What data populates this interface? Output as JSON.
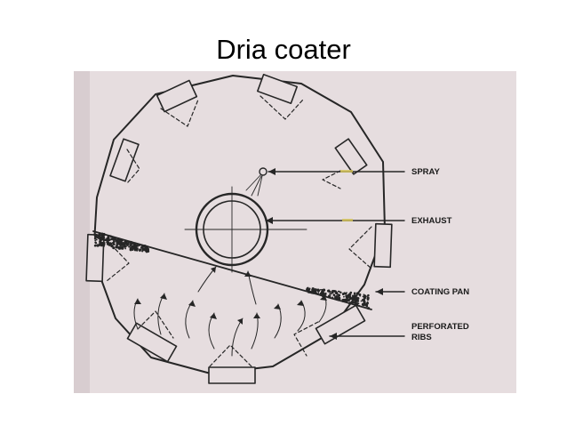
{
  "slide": {
    "title": "Dria coater"
  },
  "diagram": {
    "labels": {
      "spray": "SPRAY",
      "exhaust": "EXHAUST",
      "coating_pan": "COATING PAN",
      "perforated_line1": "PERFORATED",
      "perforated_line2": "RIBS"
    },
    "colors": {
      "paper": "#e6dddf",
      "ink": "#262626",
      "highlight": "#d9c75a"
    }
  }
}
